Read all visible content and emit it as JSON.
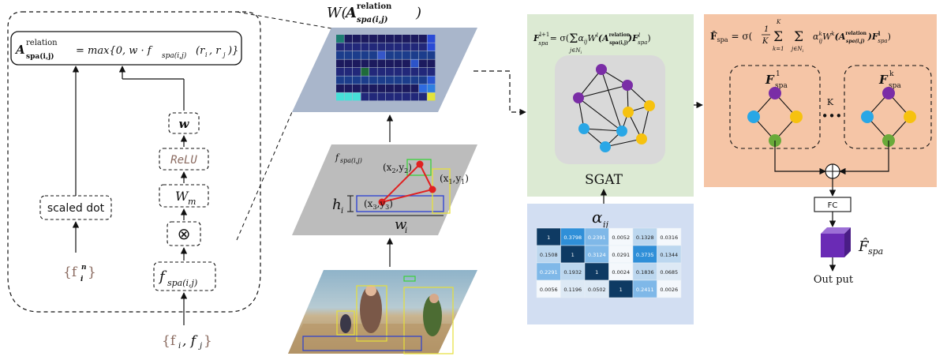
{
  "left_panel": {
    "equation_lhs_base": "A",
    "equation_lhs_sup": "relation",
    "equation_lhs_sub": "spa(i,j)",
    "equation_rhs": "= max{0, w · f",
    "equation_rhs_sub": "spa(i,j)",
    "equation_rhs_tail": "(r",
    "equation_rhs_tail2": ", r",
    "equation_rhs_end": ")}",
    "scaled_dot": "scaled dot",
    "fin_label": "{f",
    "fin_sup": "n",
    "fin_sub": "i",
    "fin_close": "}",
    "w_label": "w",
    "relu_label": "ReLU",
    "wm_label": "W",
    "wm_sub": "m",
    "otimes": "⊗",
    "fspa_label": "f",
    "fspa_sub": "spa(i,j)",
    "fifj": "{f",
    "fifj_i": "i",
    "fifj_mid": ", f",
    "fifj_j": "j",
    "fifj_close": "}"
  },
  "middle_panel": {
    "w_title": "W(",
    "w_title_A": "A",
    "w_title_sup": "relation",
    "w_title_sub": "spa(i,j)",
    "w_title_close": ")",
    "fspa_plane_label": "f",
    "fspa_plane_sub": "spa(i,j)",
    "x1y1": "(x",
    "x1_sub": "1",
    "y1_mid": ",y",
    "y1_sub": "1",
    "pt_close": ")",
    "x2_sub": "2",
    "y2_sub": "2",
    "x3_sub": "3",
    "y3_sub": "3",
    "h_label": "h",
    "h_sub": "i",
    "w_label": "w",
    "w_sub": "i"
  },
  "sgat_panel": {
    "formula_lhs": "F",
    "formula_lhs_sup": "l+1",
    "formula_lhs_sub": "spa",
    "formula_eq": "= σ(",
    "formula_sum": "Σ",
    "formula_sum_sub": "j∈N",
    "formula_sum_sub_i": "i",
    "formula_body": "α",
    "formula_body_sub": "ij",
    "formula_W": "W",
    "formula_W_sup": "l",
    "formula_A": "(A",
    "formula_A_sup": "relation",
    "formula_A_sub": "spa(i,j)",
    "formula_F": ")F",
    "formula_F_sup": "l",
    "formula_F_sub": "spa",
    "formula_close": ")",
    "sgat_label": "SGAT",
    "node_colors": {
      "purple": "#7a2da6",
      "blue": "#29a7e6",
      "yellow": "#f6c20f"
    }
  },
  "alpha_panel": {
    "alpha_label": "α",
    "alpha_sub": "ij",
    "matrix": [
      [
        "1",
        "0.3798",
        "0.2391",
        "0.0052",
        "0.1328",
        "0.0316"
      ],
      [
        "0.1508",
        "1",
        "0.3124",
        "0.0291",
        "0.3735",
        "0.1344"
      ],
      [
        "0.2291",
        "0.1932",
        "1",
        "0.0024",
        "0.1836",
        "0.0685"
      ],
      [
        "0.0056",
        "0.1196",
        "0.0502",
        "1",
        "0.2411",
        "0.0026"
      ]
    ]
  },
  "multihead_panel": {
    "formula_lhs": "F̂",
    "formula_lhs_sub": "spa",
    "formula_eq": "= σ(",
    "frac_num": "1",
    "frac_den": "K",
    "sum_k_top": "K",
    "sum_k_bot": "k=1",
    "sum_sym": "Σ",
    "sum_j_bot": "j∈N",
    "sum_j_bot_i": "i",
    "body_alpha": "α",
    "body_alpha_sup": "k",
    "body_alpha_sub": "ij",
    "body_W": "W",
    "body_W_sup": "k",
    "body_A": "(A",
    "body_A_sup": "relation",
    "body_A_sub": "spa(i,j)",
    "body_F": ")F",
    "body_F_sub": "spa",
    "body_close": ")",
    "head1_label": "F",
    "head1_sup": "1",
    "head1_sub": "spa",
    "headk_label": "F",
    "headk_sup": "k",
    "headk_sub": "spa",
    "k_label": "K",
    "dots": "•••",
    "node_colors": {
      "purple": "#7a2da6",
      "blue": "#29a7e6",
      "yellow": "#f6c20f",
      "green": "#6aaa3a"
    }
  },
  "output": {
    "fc_label": "FC",
    "out_label": "Out put",
    "fhat_label": "F̂",
    "fhat_sub": "spa",
    "cube_color": "#6a2bb5"
  }
}
